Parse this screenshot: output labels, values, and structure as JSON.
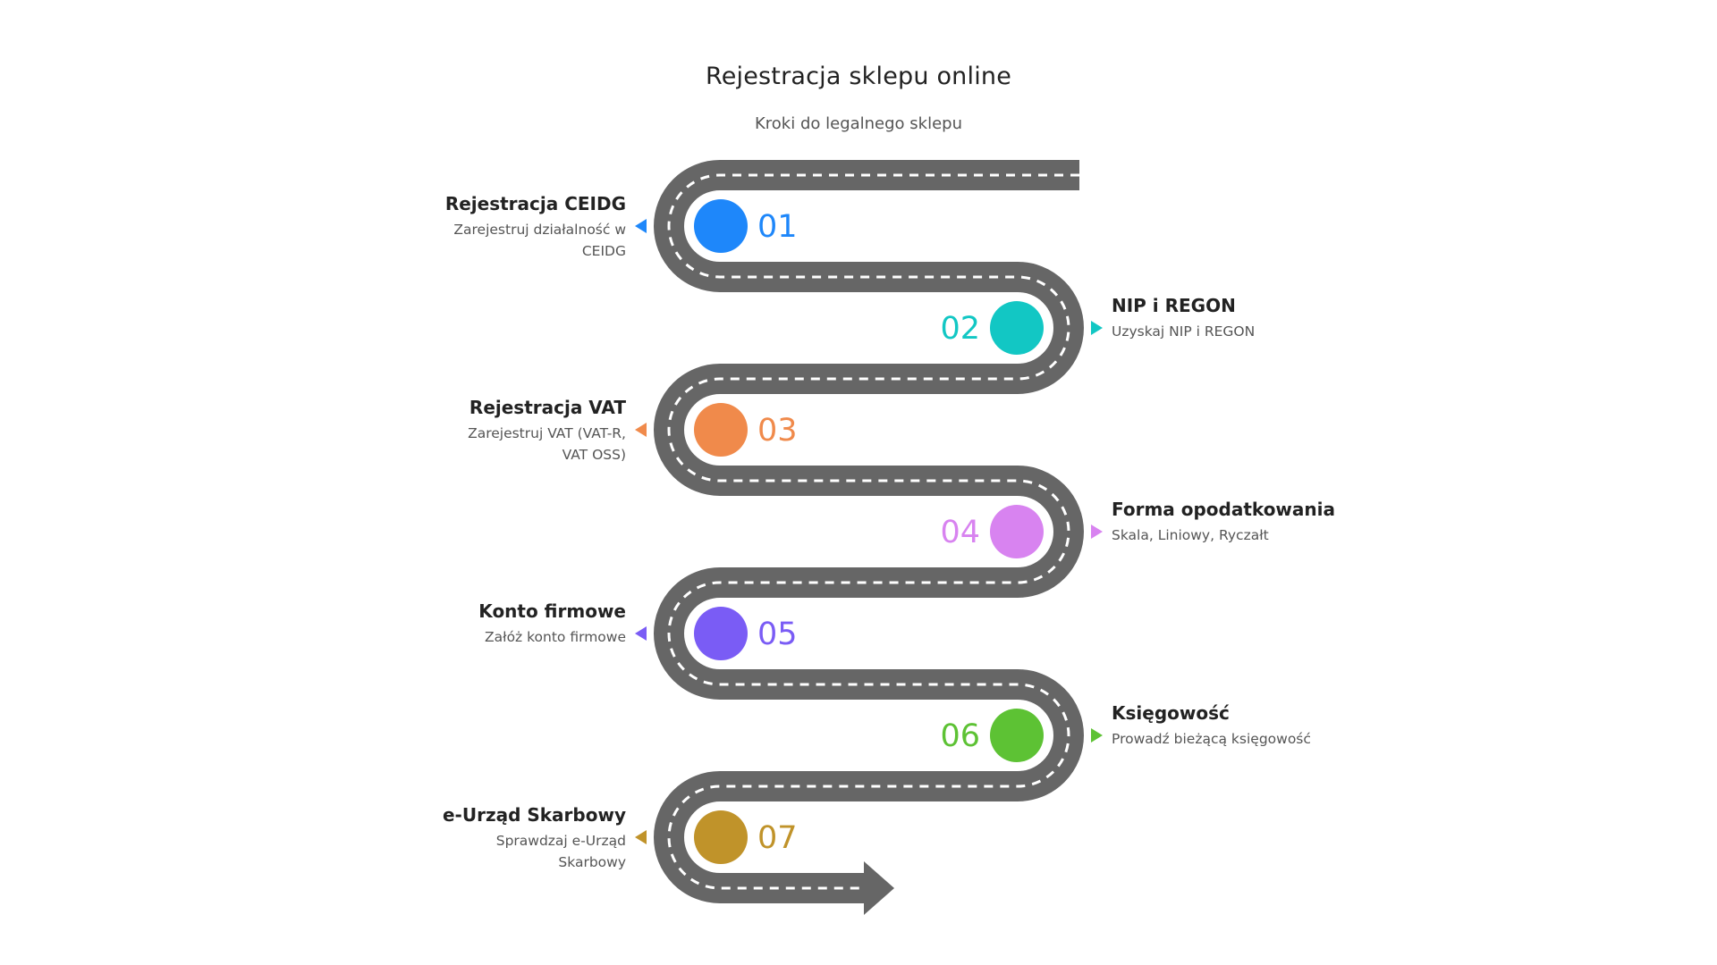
{
  "title": "Rejestracja sklepu online",
  "subtitle": "Kroki do legalnego sklepu",
  "steps": [
    {
      "number": "01",
      "title": "Rejestracja CEIDG",
      "description": "Zarejestruj działalność w CEIDG",
      "color": "#1E87FA",
      "side": "left"
    },
    {
      "number": "02",
      "title": "NIP i REGON",
      "description": "Uzyskaj NIP i REGON",
      "color": "#12C7C4",
      "side": "right"
    },
    {
      "number": "03",
      "title": "Rejestracja VAT",
      "description": "Zarejestruj VAT (VAT-R, VAT OSS)",
      "color": "#F08A4B",
      "side": "left"
    },
    {
      "number": "04",
      "title": "Forma opodatkowania",
      "description": "Skala, Liniowy, Ryczałt",
      "color": "#D883F0",
      "side": "right"
    },
    {
      "number": "05",
      "title": "Konto firmowe",
      "description": "Załóż konto firmowe",
      "color": "#7A5CF5",
      "side": "left"
    },
    {
      "number": "06",
      "title": "Księgowość",
      "description": "Prowadź bieżącą księgowość",
      "color": "#5DC234",
      "side": "right"
    },
    {
      "number": "07",
      "title": "e-Urząd Skarbowy",
      "description": "Sprawdzaj e-Urząd Skarbowy",
      "color": "#C0932A",
      "side": "left"
    }
  ],
  "road_color": "#666666"
}
